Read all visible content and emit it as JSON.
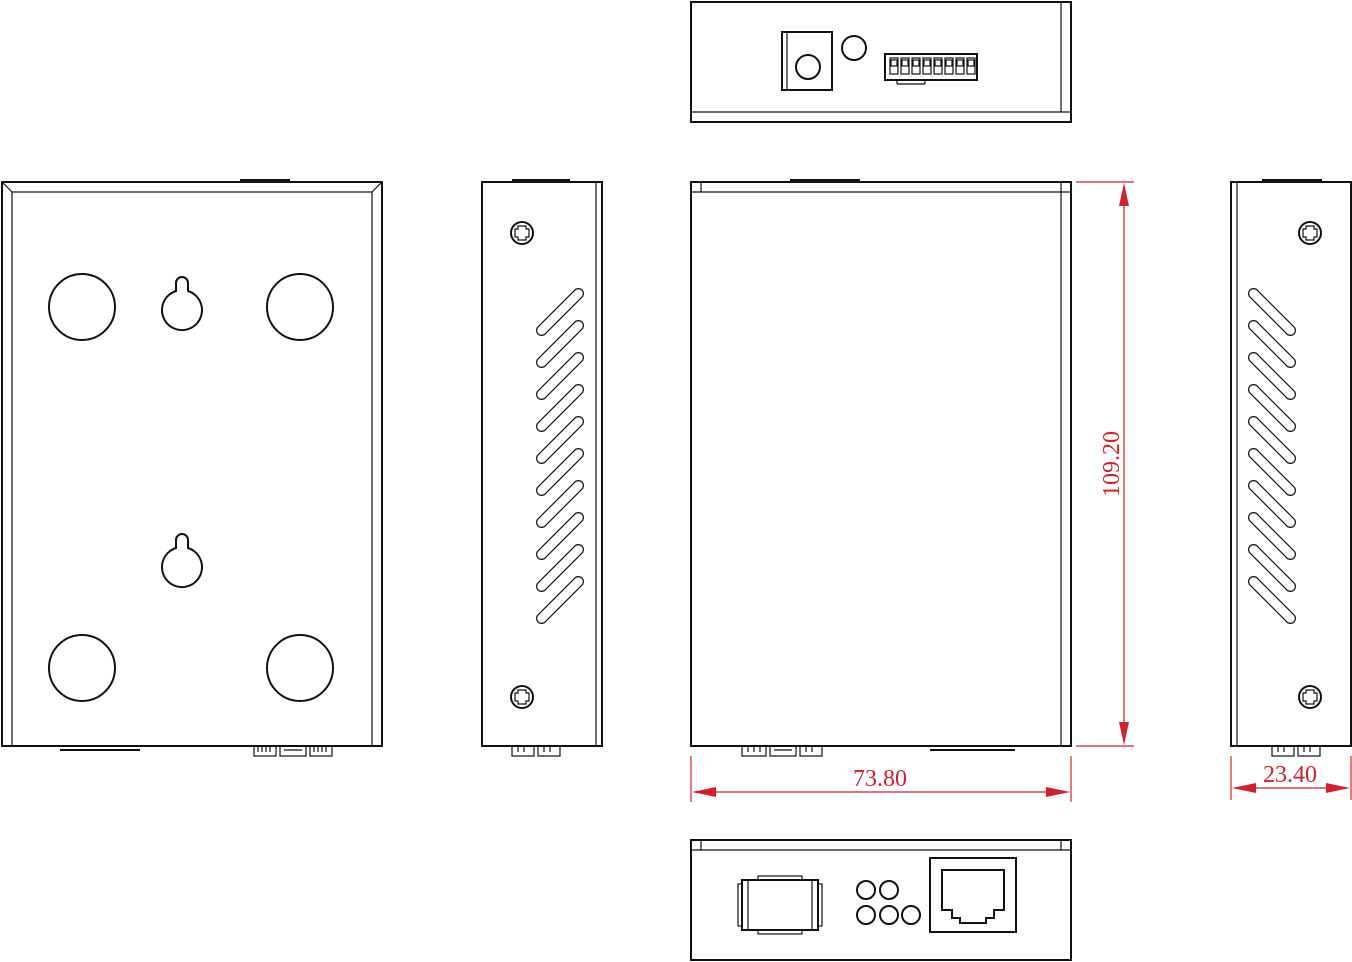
{
  "dimensions": {
    "height_label": "109.20",
    "width_label": "73.80",
    "depth_label": "23.40"
  },
  "colors": {
    "line": "#111111",
    "dimension": "#d4202a",
    "background": "#ffffff"
  }
}
